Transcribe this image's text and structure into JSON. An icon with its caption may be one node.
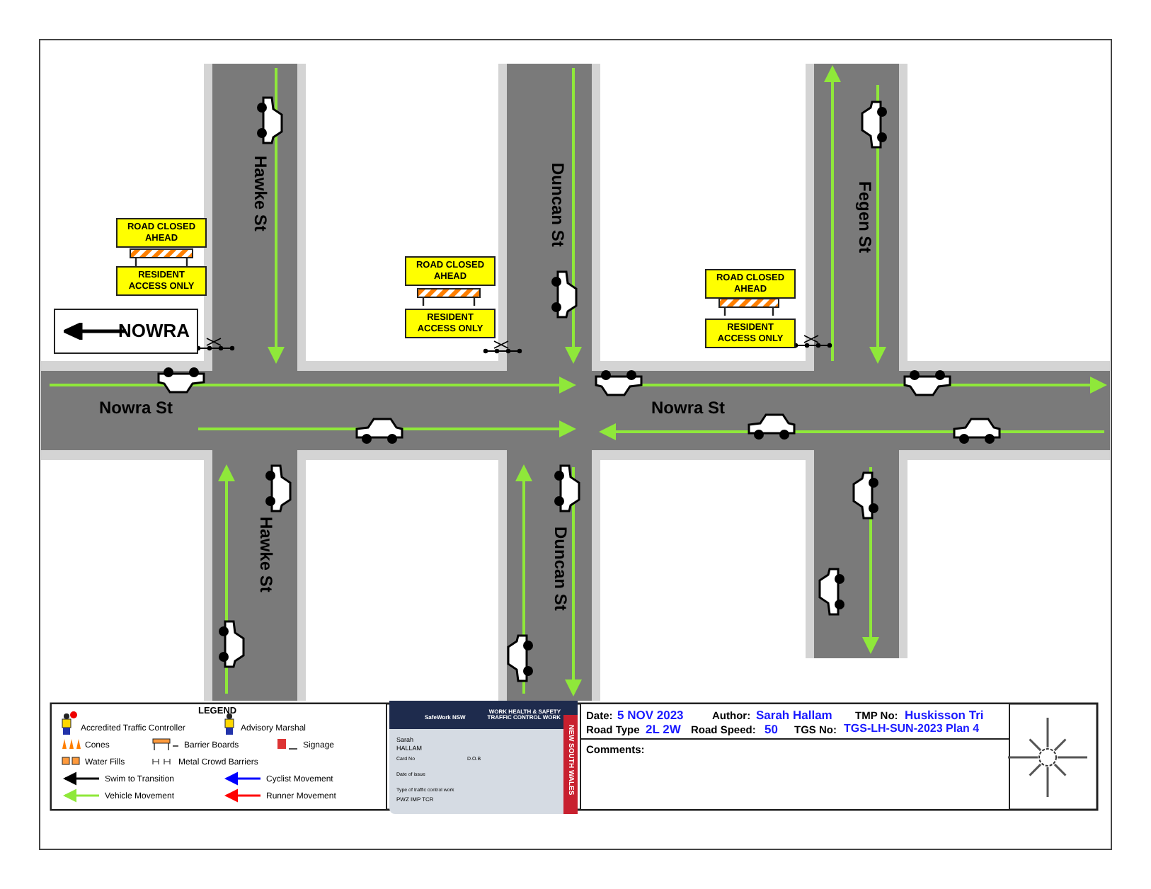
{
  "diagram": {
    "nodes": [
      {
        "text": [
          "ROAD CLOSED AHEAD"
        ]
      },
      {
        "text": [
          "RESIDENT ACCESS ONLY"
        ]
      },
      {
        "text": [
          "NOWRA"
        ]
      },
      {
        "text": [
          "ROAD CLOSED AHEAD"
        ]
      },
      {
        "text": [
          "RESIDENT ACCESS ONLY"
        ]
      },
      {
        "text": [
          "ROAD CLOSED AHEAD"
        ]
      },
      {
        "text": [
          "RESIDENT ACCESS ONLY"
        ]
      }
    ],
    "edges": [],
    "labels": [
      "Hawke St",
      "Duncan St",
      "Fegen St",
      "Nowra St",
      "Nowra St",
      "Hawke St",
      "Duncan St",
      "LEGEND",
      "SafeWork NSW",
      "WORK HEALTH & SAFETY TRAFFIC CONTROL WORK",
      "Sarah",
      "HALLAM",
      "Card No",
      "D.O.B",
      "Date of issue",
      "Type of traffic control work",
      "PWZ IMP TCR",
      "NEW SOUTH WALES",
      "Date:",
      "5 NOV 2023",
      "Author:",
      "Sarah Hallam",
      "TMP No:",
      "Huskisson Tri",
      "Road Type",
      "2L 2W",
      "Road Speed:",
      "50",
      "TGS No:",
      "TGS-LH-SUN-2023 Plan 4",
      "Comments:"
    ],
    "legend": [
      {
        "text": "Accredited Traffic Controller"
      },
      {
        "text": "Advisory Marshal"
      },
      {
        "text": "Cones"
      },
      {
        "text": "Barrier Boards"
      },
      {
        "text": "Signage"
      },
      {
        "text": "Water Fills"
      },
      {
        "text": "Metal Crowd Barriers"
      },
      {
        "text": "Swim to Transition"
      },
      {
        "text": "Cyclist Movement"
      },
      {
        "text": "Vehicle Movement"
      },
      {
        "text": "Runner Movement"
      }
    ]
  }
}
